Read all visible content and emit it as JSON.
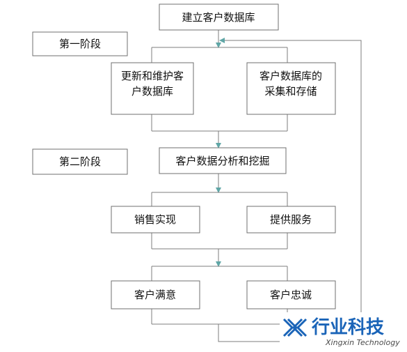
{
  "diagram": {
    "nodes": {
      "build_db": "建立客户数据库",
      "stage1": "第一阶段",
      "update_line1": "更新和维护客",
      "update_line2": "户数据库",
      "collect_line1": "客户数据库的",
      "collect_line2": "采集和存储",
      "stage2": "第二阶段",
      "analyze": "客户数据分析和挖掘",
      "sales": "销售实现",
      "service": "提供服务",
      "satisfaction": "客户满意",
      "loyalty": "客户忠诚"
    },
    "colors": {
      "arrow": "#5fa6a6",
      "line": "#7c7c7c",
      "border": "#6f6f6f",
      "logo": "#1a64b8"
    }
  },
  "logo": {
    "name_cn": "行业科技",
    "name_en": "Xingxin Technology"
  }
}
